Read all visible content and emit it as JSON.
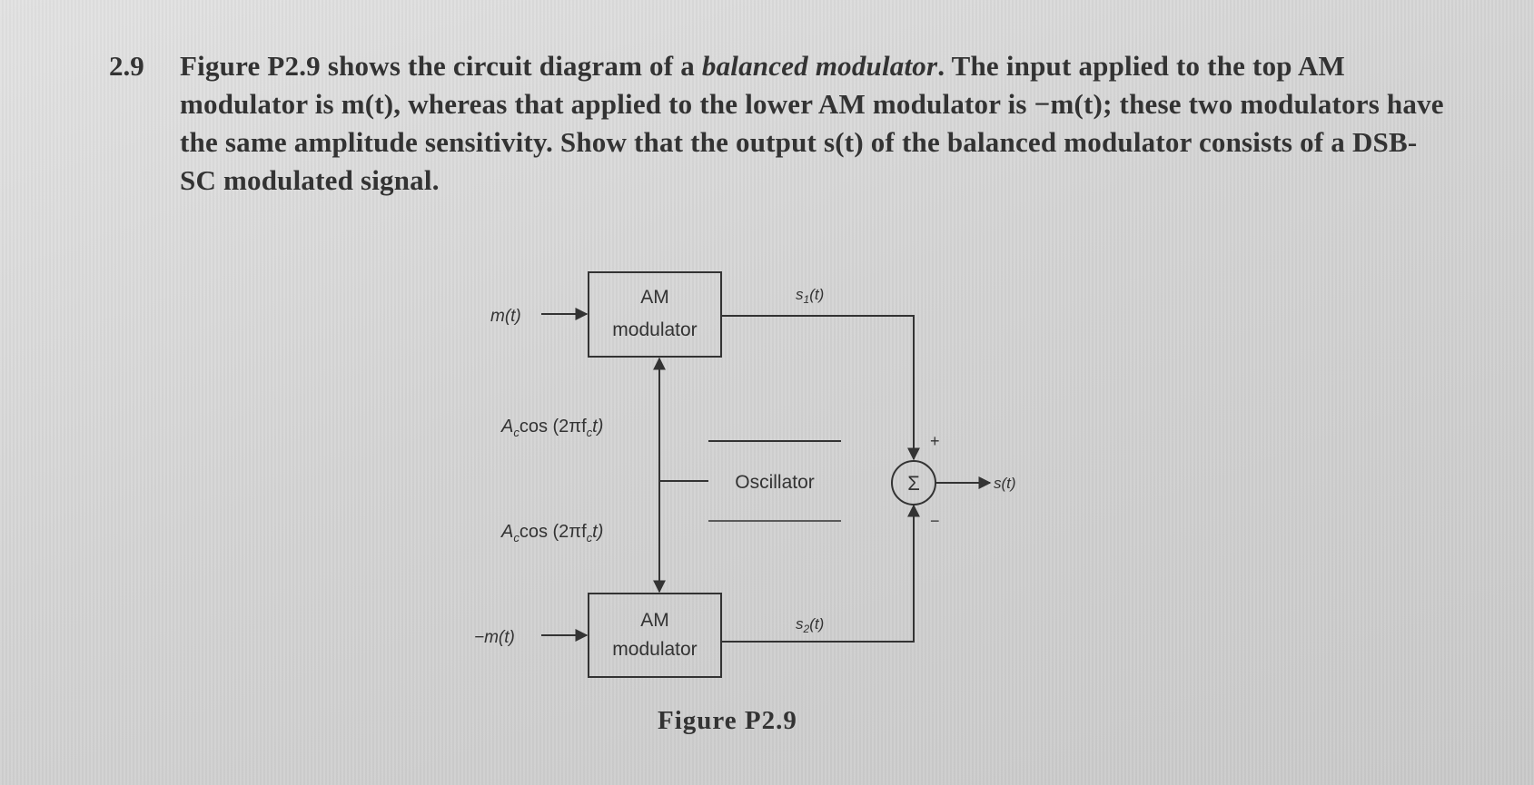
{
  "problem": {
    "number": "2.9",
    "text_before": "Figure P2.9 shows the circuit diagram of a ",
    "emphasis": "balanced modulator",
    "text_after": ". The input applied to the top AM modulator is m(t), whereas that applied to the lower AM modulator is −m(t); these two modulators have the same amplitude sensitivity. Show that the output s(t) of the balanced modulator consists of a DSB-SC modulated signal."
  },
  "diagram": {
    "top_input": "m(t)",
    "bottom_input": "−m(t)",
    "top_block": {
      "line1": "AM",
      "line2": "modulator"
    },
    "bottom_block": {
      "line1": "AM",
      "line2": "modulator"
    },
    "oscillator": "Oscillator",
    "carrier_top": "A",
    "carrier_top_sub": "c",
    "carrier_top_rest": "cos (2πf",
    "carrier_top_sub2": "c",
    "carrier_top_end": "t)",
    "carrier_bottom": "A",
    "carrier_bottom_sub": "c",
    "carrier_bottom_rest": "cos (2πf",
    "carrier_bottom_sub2": "c",
    "carrier_bottom_end": "t)",
    "s1": "s",
    "s1_sub": "1",
    "s1_end": "(t)",
    "s2": "s",
    "s2_sub": "2",
    "s2_end": "(t)",
    "summer": "Σ",
    "plus": "+",
    "minus": "−",
    "output": "s(t)"
  },
  "caption": "Figure P2.9"
}
